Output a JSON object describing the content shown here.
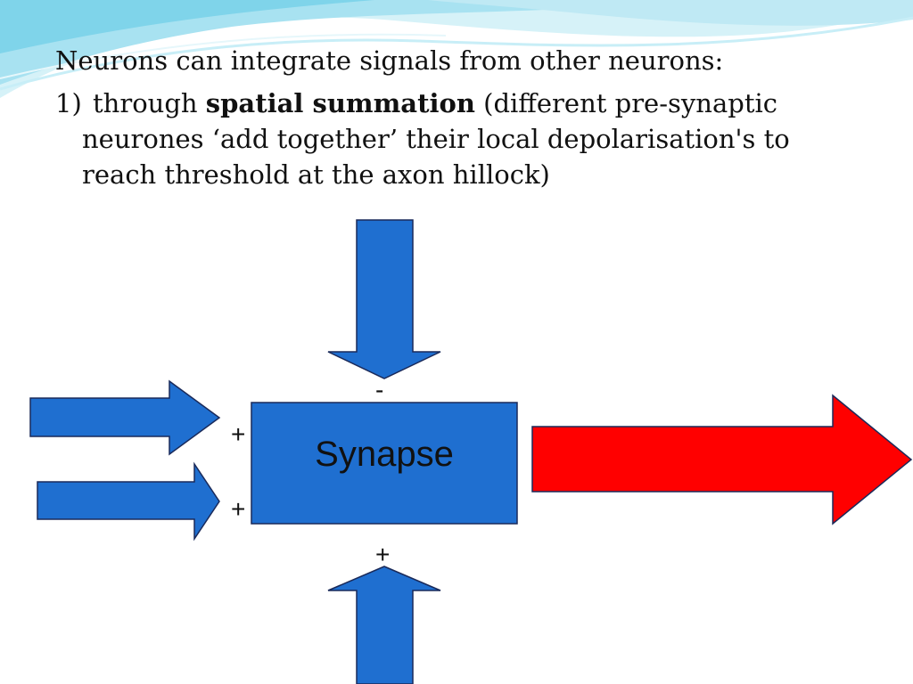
{
  "slide": {
    "intro": "Neurons can integrate signals from other neurons:",
    "point1": {
      "number": "1)",
      "lead": "through ",
      "bold": "spatial summation",
      "rest1": " (different pre-synaptic",
      "rest2": "neurones ‘add together’ their local depolarisation's to",
      "rest3": "reach threshold at the axon hillock)"
    }
  },
  "diagram": {
    "synapse_label": "Synapse",
    "sign_top": "-",
    "sign_left_upper": "+",
    "sign_left_lower": "+",
    "sign_bottom": "+"
  },
  "colors": {
    "input_arrow": "#1f6fd0",
    "output_arrow": "#ff0000",
    "box_fill": "#1f6fd0",
    "stroke": "#1a2a5a",
    "wave_light": "#bfe9f4",
    "wave_mid": "#7fd4ea"
  }
}
